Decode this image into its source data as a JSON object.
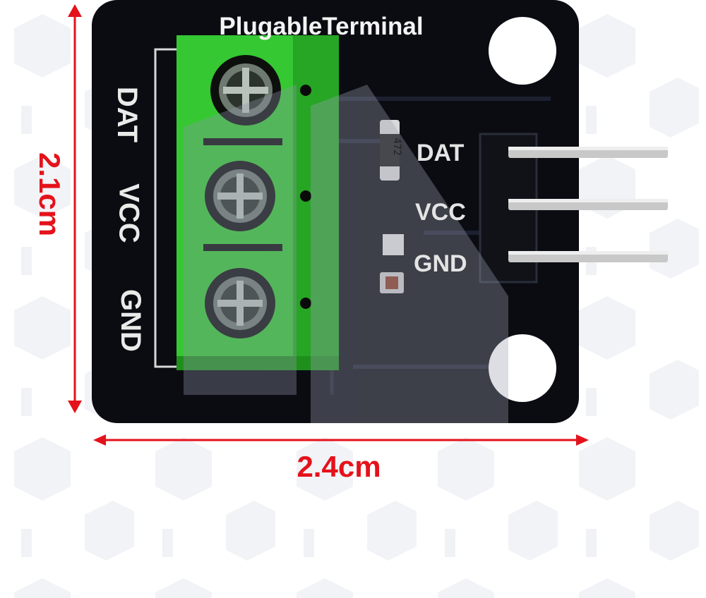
{
  "board": {
    "title": "PlugableTerminal",
    "terminal_labels": [
      "DAT",
      "VCC",
      "GND"
    ],
    "pin_labels": [
      "DAT",
      "VCC",
      "GND"
    ],
    "resistor_marking": "472"
  },
  "dimensions": {
    "height": "2.1cm",
    "width": "2.4cm"
  },
  "colors": {
    "pcb": "#0b0c12",
    "terminal": "#2dbb2a",
    "dimension": "#e4121b",
    "pins": "#c8c8c8"
  }
}
